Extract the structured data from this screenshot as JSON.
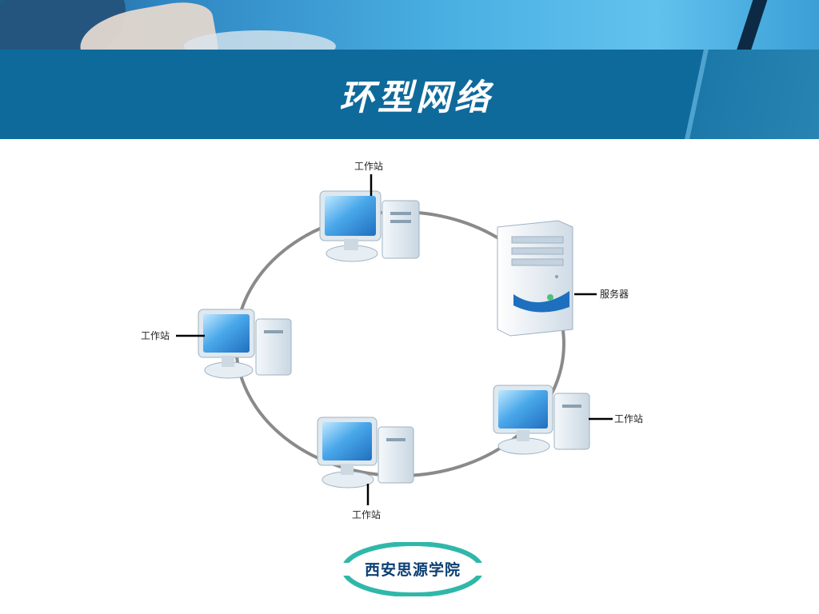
{
  "slide": {
    "title": "环型网络"
  },
  "diagram": {
    "workstation_label": "工作站",
    "server_label": "服务器",
    "workstations": [
      {
        "label": "工作站",
        "position": "top"
      },
      {
        "label": "工作站",
        "position": "left"
      },
      {
        "label": "工作站",
        "position": "bottom"
      },
      {
        "label": "工作站",
        "position": "right"
      }
    ],
    "server": {
      "label": "服务器"
    }
  },
  "logo": {
    "text": "西安思源学院"
  },
  "colors": {
    "title_band": "#0f6a9c",
    "ring": "#8a8a8a",
    "logo_teal": "#2fb8a9",
    "logo_text": "#0b3f73"
  }
}
